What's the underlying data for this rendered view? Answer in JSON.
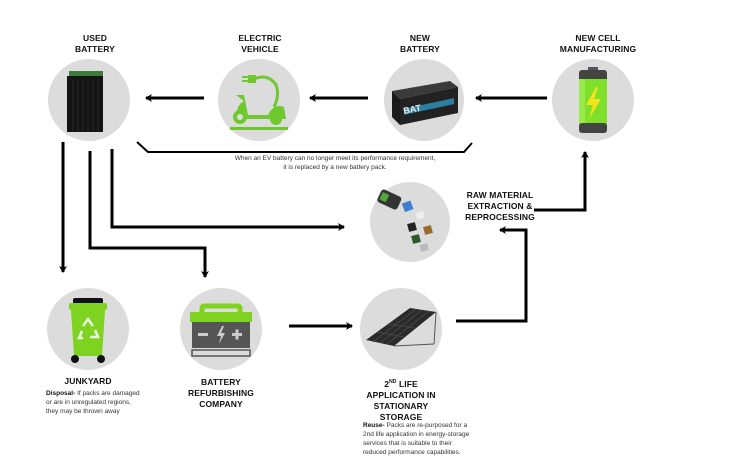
{
  "nodes": {
    "used_battery": {
      "title_line1": "USED",
      "title_line2": "BATTERY"
    },
    "electric_vehicle": {
      "title_line1": "ELECTRIC",
      "title_line2": "VEHICLE"
    },
    "new_battery": {
      "title_line1": "NEW",
      "title_line2": "BATTERY",
      "battery_label": "BAT"
    },
    "new_cell_manufacturing": {
      "title_line1": "NEW CELL",
      "title_line2": "MANUFACTURING"
    },
    "raw_material": {
      "title_line1": "RAW MATERIAL",
      "title_line2": "EXTRACTION &",
      "title_line3": "REPROCESSING"
    },
    "junkyard": {
      "title": "JUNKYARD",
      "desc_bold": "Disposal-",
      "desc_text": " If packs are damaged or are in unregulated regions, they may be thrown away"
    },
    "refurbishing": {
      "title_line1": "BATTERY",
      "title_line2": "REFURBISHING",
      "title_line3": "COMPANY"
    },
    "second_life": {
      "title_prefix": "2",
      "title_sup": "ND",
      "title_line1_rest": " LIFE",
      "title_line2": "APPLICATION IN",
      "title_line3": "STATIONARY",
      "title_line4": "STORAGE",
      "desc_bold": "Reuse-",
      "desc_text": " Packs are re-purposed for a 2nd life application in energy-storage services that is suitable to their reduced performance capabilities."
    }
  },
  "caption": {
    "line1": "When an EV battery can no longer meet its performance requirement,",
    "line2": "it is replaced by a new battery pack."
  },
  "colors": {
    "accent_green": "#7ed321",
    "circle_gray": "#dcdcdc",
    "arrow": "#000000"
  }
}
